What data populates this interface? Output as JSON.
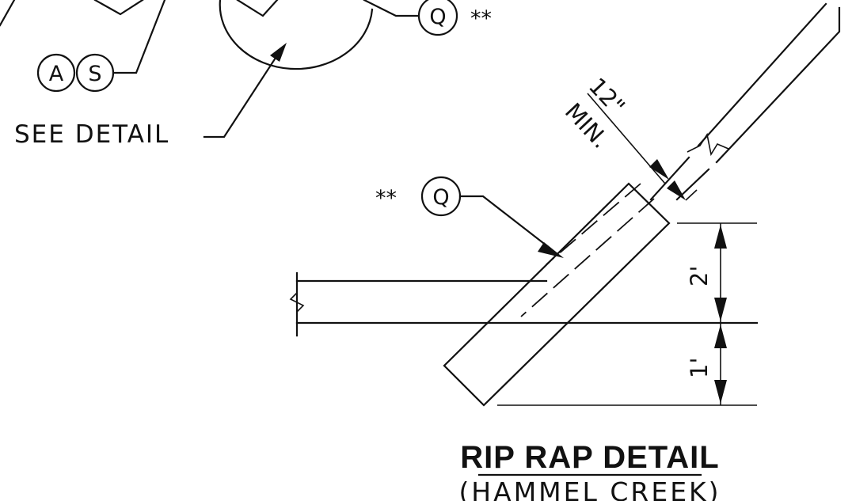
{
  "labels": {
    "see_detail": "SEE DETAIL",
    "bubble_a": "A",
    "bubble_s": "S",
    "bubble_q_top": "Q",
    "stars_top": "**",
    "bubble_q_mid": "Q",
    "stars_mid": "**",
    "min_depth": "12\"",
    "min_label": "MIN.",
    "dim_upper": "2'",
    "dim_lower": "1'",
    "title": "RIP RAP DETAIL",
    "subtitle": "(HAMMEL CREEK)"
  }
}
